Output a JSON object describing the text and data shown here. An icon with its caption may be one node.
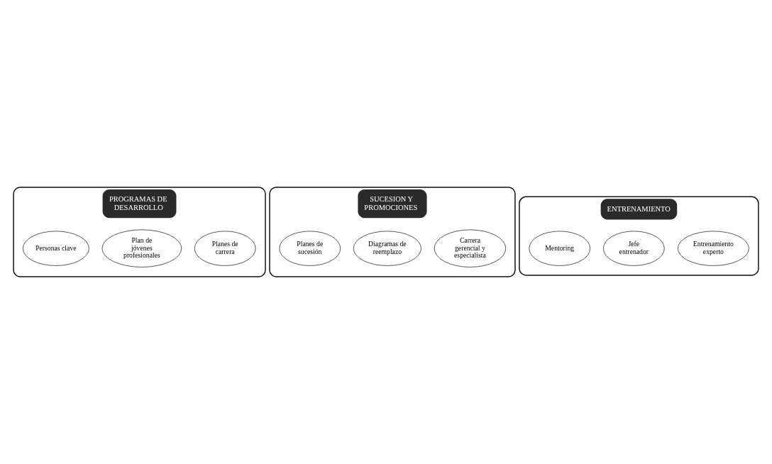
{
  "diagram": {
    "nodes": [
      {
        "text": [
          "PROGRAMAS DE DESARROLLO"
        ]
      },
      {
        "text": [
          "Planes de carrera"
        ],
        "in": 0
      },
      {
        "text": [
          "Plan de jóvenes profesionales"
        ],
        "in": 0
      },
      {
        "text": [
          "Personas clave"
        ],
        "in": 0
      },
      {
        "text": [
          "SUCESION Y PROMOCIONES"
        ]
      },
      {
        "text": [
          "Carrera gerencial y especialista"
        ],
        "in": 4
      },
      {
        "text": [
          "Diagramas de reemplazo"
        ],
        "in": 4
      },
      {
        "text": [
          "Planes de sucesión"
        ],
        "in": 4
      },
      {
        "text": [
          "ENTRENAMIENTO"
        ]
      },
      {
        "text": [
          "Entrenamiento experto"
        ],
        "in": 8
      },
      {
        "text": [
          "Jefe entrenador"
        ],
        "in": 8
      },
      {
        "text": [
          "Mentoring"
        ],
        "in": 8
      }
    ]
  }
}
